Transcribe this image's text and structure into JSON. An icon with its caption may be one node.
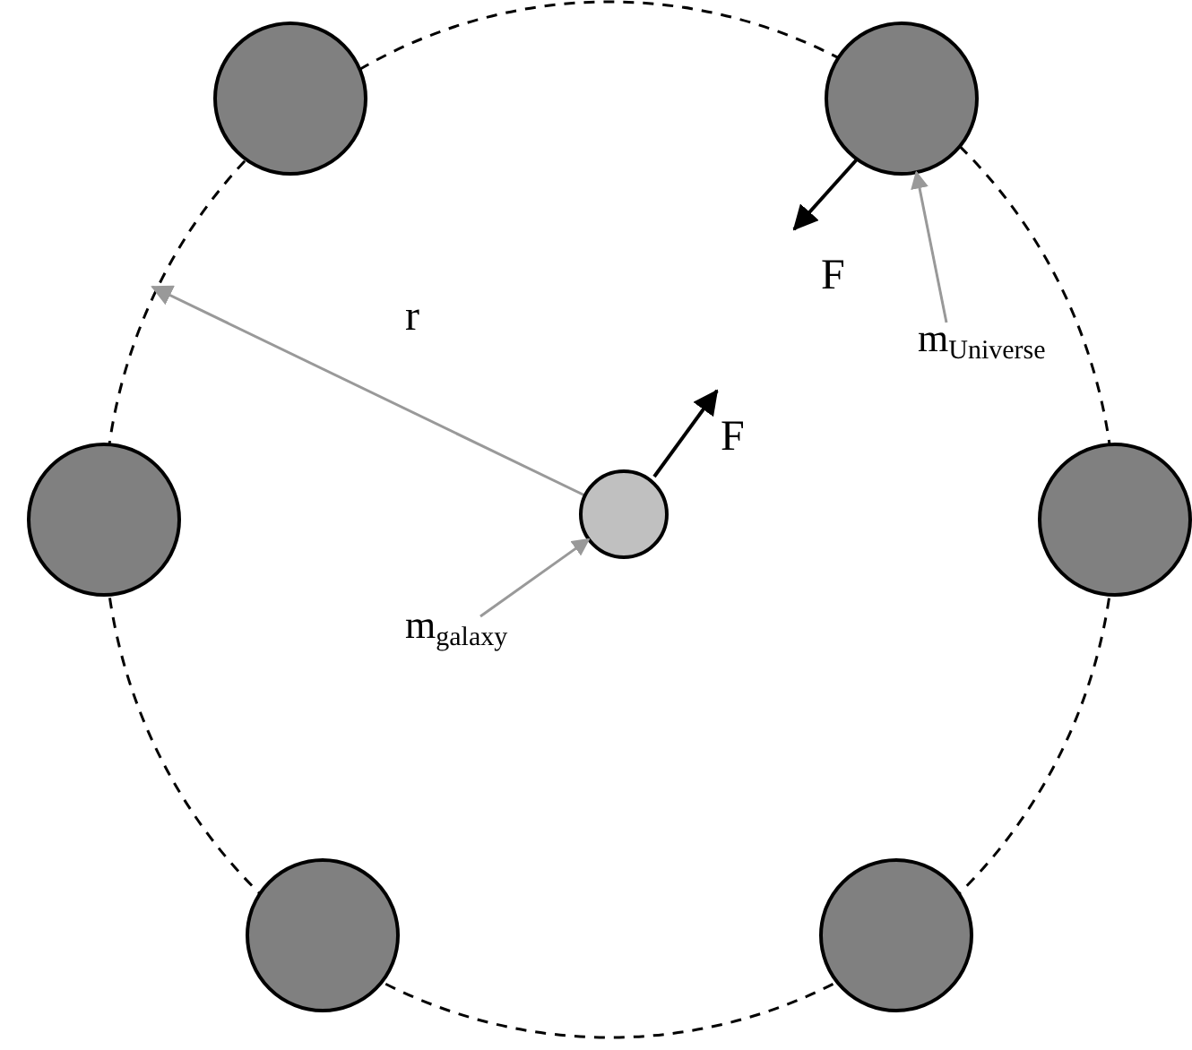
{
  "diagram": {
    "nodes": [
      {
        "text": [],
        "shape": "circle"
      },
      {
        "text": [],
        "shape": "circle"
      },
      {
        "text": [],
        "shape": "circle"
      },
      {
        "text": [],
        "shape": "circle"
      },
      {
        "text": [],
        "shape": "circle"
      },
      {
        "text": [],
        "shape": "circle"
      },
      {
        "text": [],
        "shape": "circle"
      },
      {
        "text": [
          "m$_{galaxy}$"
        ]
      },
      {
        "text": [
          "m$_{Universe}$"
        ]
      }
    ],
    "edges": [
      {
        "from": 7,
        "to": 0,
        "arrow": "to"
      },
      {
        "from": 8,
        "to": 2,
        "arrow": "to"
      }
    ],
    "labels": [
      "F",
      "r",
      "F"
    ]
  }
}
